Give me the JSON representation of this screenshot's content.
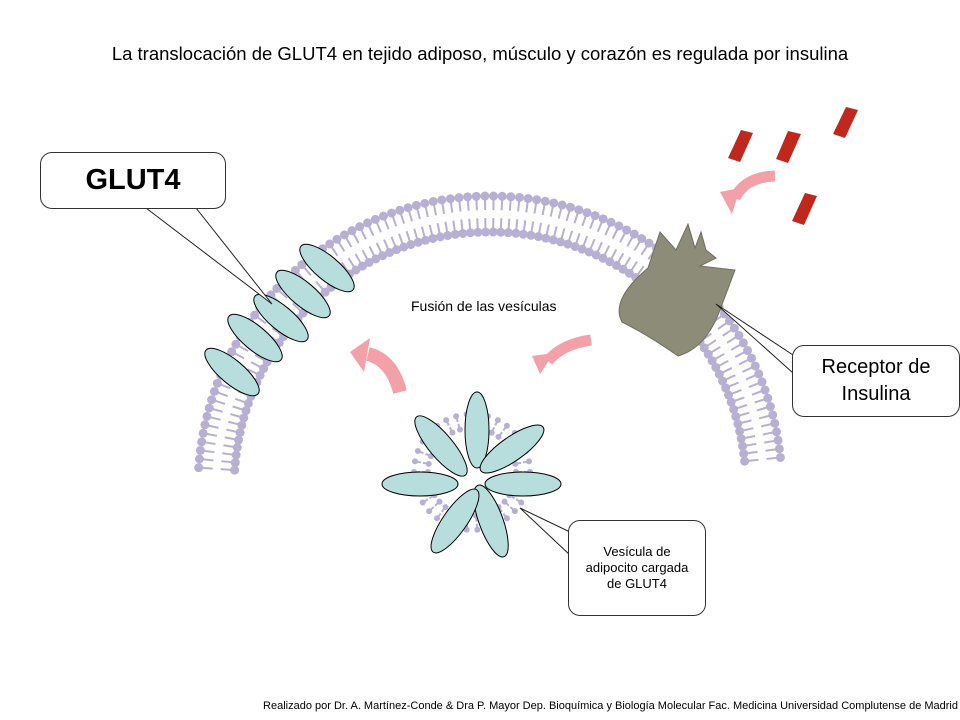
{
  "title": "La translocación de GLUT4 en tejido adiposo, músculo y corazón es regulada por insulina",
  "labels": {
    "glut4": "GLUT4",
    "receptor_line1": "Receptor de",
    "receptor_line2": "Insulina",
    "fusion": "Fusión de las vesículas",
    "vesicle": "Vesícula de adipocito cargada de GLUT4"
  },
  "credit": "Realizado por Dr. A. Martínez-Conde  & Dra P. Mayor Dep. Bioquímica y Biología Molecular Fac. Medicina Universidad Complutense de Madrid",
  "colors": {
    "membrane": "#b8b0d2",
    "glut4": "#b7dddd",
    "receptor": "#8c8c78",
    "insulin": "#c0281c",
    "arrow": "#f4a0a8"
  }
}
